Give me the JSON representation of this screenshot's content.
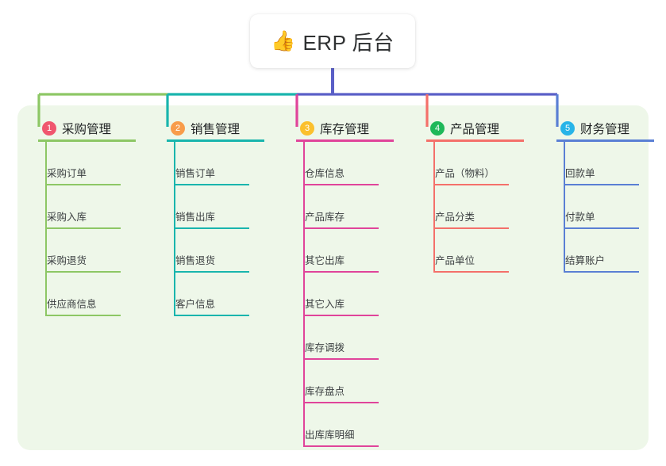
{
  "root": {
    "title": "ERP 后台",
    "icon": "thumbs-up-icon",
    "emoji": "👍"
  },
  "palette": {
    "panel_bg": "#eef7e9",
    "page_bg": "#ffffff",
    "root_trunk": "#5a5fc7",
    "text": "#2f3132"
  },
  "columns": [
    {
      "index": "1",
      "title": "采购管理",
      "badge_color": "#f0566e",
      "line_color": "#8dc765",
      "items": [
        {
          "label": "采购订单"
        },
        {
          "label": "采购入库"
        },
        {
          "label": "采购退货"
        },
        {
          "label": "供应商信息"
        }
      ]
    },
    {
      "index": "2",
      "title": "销售管理",
      "badge_color": "#f89c4a",
      "line_color": "#19b5ad",
      "items": [
        {
          "label": "销售订单"
        },
        {
          "label": "销售出库"
        },
        {
          "label": "销售退货"
        },
        {
          "label": "客户信息"
        }
      ]
    },
    {
      "index": "3",
      "title": "库存管理",
      "badge_color": "#fbc02d",
      "line_color": "#e0449a",
      "items": [
        {
          "label": "仓库信息"
        },
        {
          "label": "产品库存"
        },
        {
          "label": "其它出库"
        },
        {
          "label": "其它入库"
        },
        {
          "label": "库存调拨"
        },
        {
          "label": "库存盘点"
        },
        {
          "label": "出库库明细"
        }
      ]
    },
    {
      "index": "4",
      "title": "产品管理",
      "badge_color": "#1fb85a",
      "line_color": "#f4706a",
      "items": [
        {
          "label": "产品（物料）"
        },
        {
          "label": "产品分类"
        },
        {
          "label": "产品单位"
        }
      ]
    },
    {
      "index": "5",
      "title": "财务管理",
      "badge_color": "#27b4e8",
      "line_color": "#5a7fd4",
      "items": [
        {
          "label": "回款单"
        },
        {
          "label": "付款单"
        },
        {
          "label": "结算账户"
        }
      ]
    }
  ]
}
